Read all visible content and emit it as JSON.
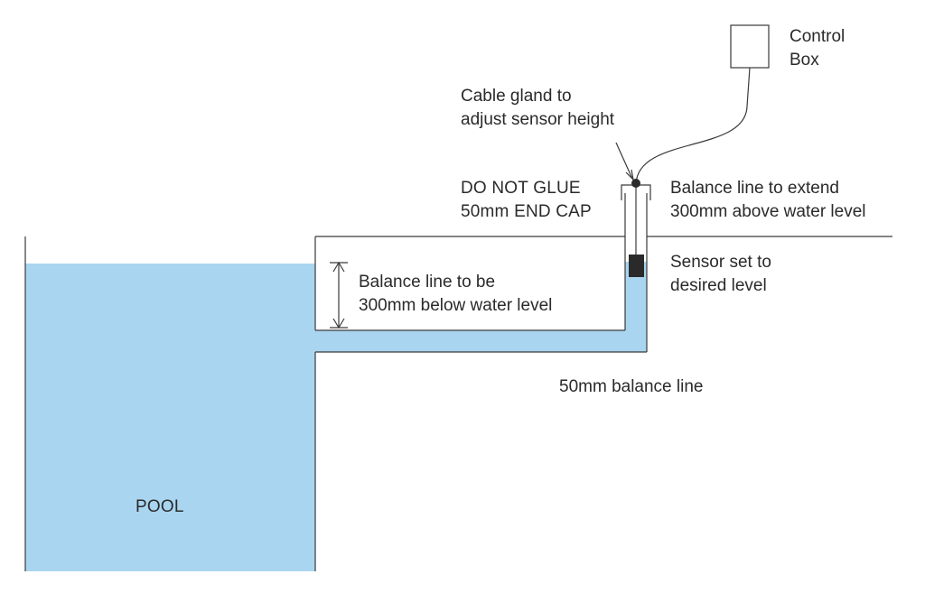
{
  "colors": {
    "water": "#a9d5f0",
    "stroke": "#3a3a3a",
    "sensor": "#2a2a2a",
    "text": "#2a2a2a",
    "background": "#ffffff"
  },
  "labels": {
    "control_box": [
      "Control",
      "Box"
    ],
    "cable_gland": [
      "Cable gland to",
      "adjust sensor height"
    ],
    "do_not_glue": [
      "DO NOT GLUE",
      "50mm END CAP"
    ],
    "extend": [
      "Balance line to extend",
      "300mm above water level"
    ],
    "sensor_set": [
      "Sensor set to",
      "desired level"
    ],
    "below": [
      "Balance line to be",
      "300mm below water level"
    ],
    "balance_line": "50mm balance line",
    "pool": "POOL"
  }
}
